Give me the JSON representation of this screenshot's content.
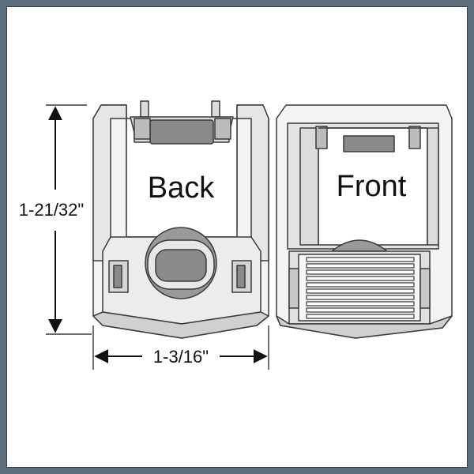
{
  "labels": {
    "back": "Back",
    "front": "Front"
  },
  "dimensions": {
    "height": "1-21/32\"",
    "width": "1-3/16\""
  },
  "colors": {
    "frame": "#5e6e7b",
    "outline": "#3a3a3a",
    "light_fill": "#f3f3f3",
    "mid_fill": "#d6d6d6",
    "dark_fill": "#8a8a8a"
  }
}
